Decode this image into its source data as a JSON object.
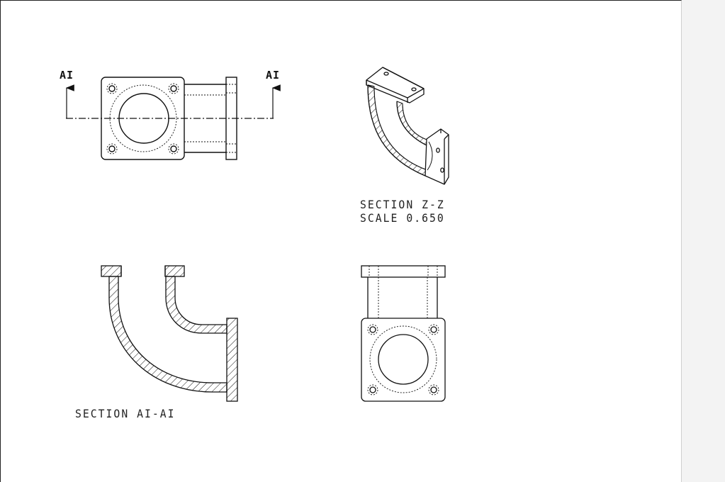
{
  "labels": {
    "section_marker_left": "AI",
    "section_marker_right": "AI",
    "section_zz_title": "SECTION Z-Z",
    "section_zz_scale": "SCALE 0.650",
    "section_ai_title": "SECTION AI-AI"
  },
  "colors": {
    "line": "#111111",
    "hidden_line": "#333333",
    "paper": "#ffffff",
    "margin_strip": "#f3f3f3"
  }
}
